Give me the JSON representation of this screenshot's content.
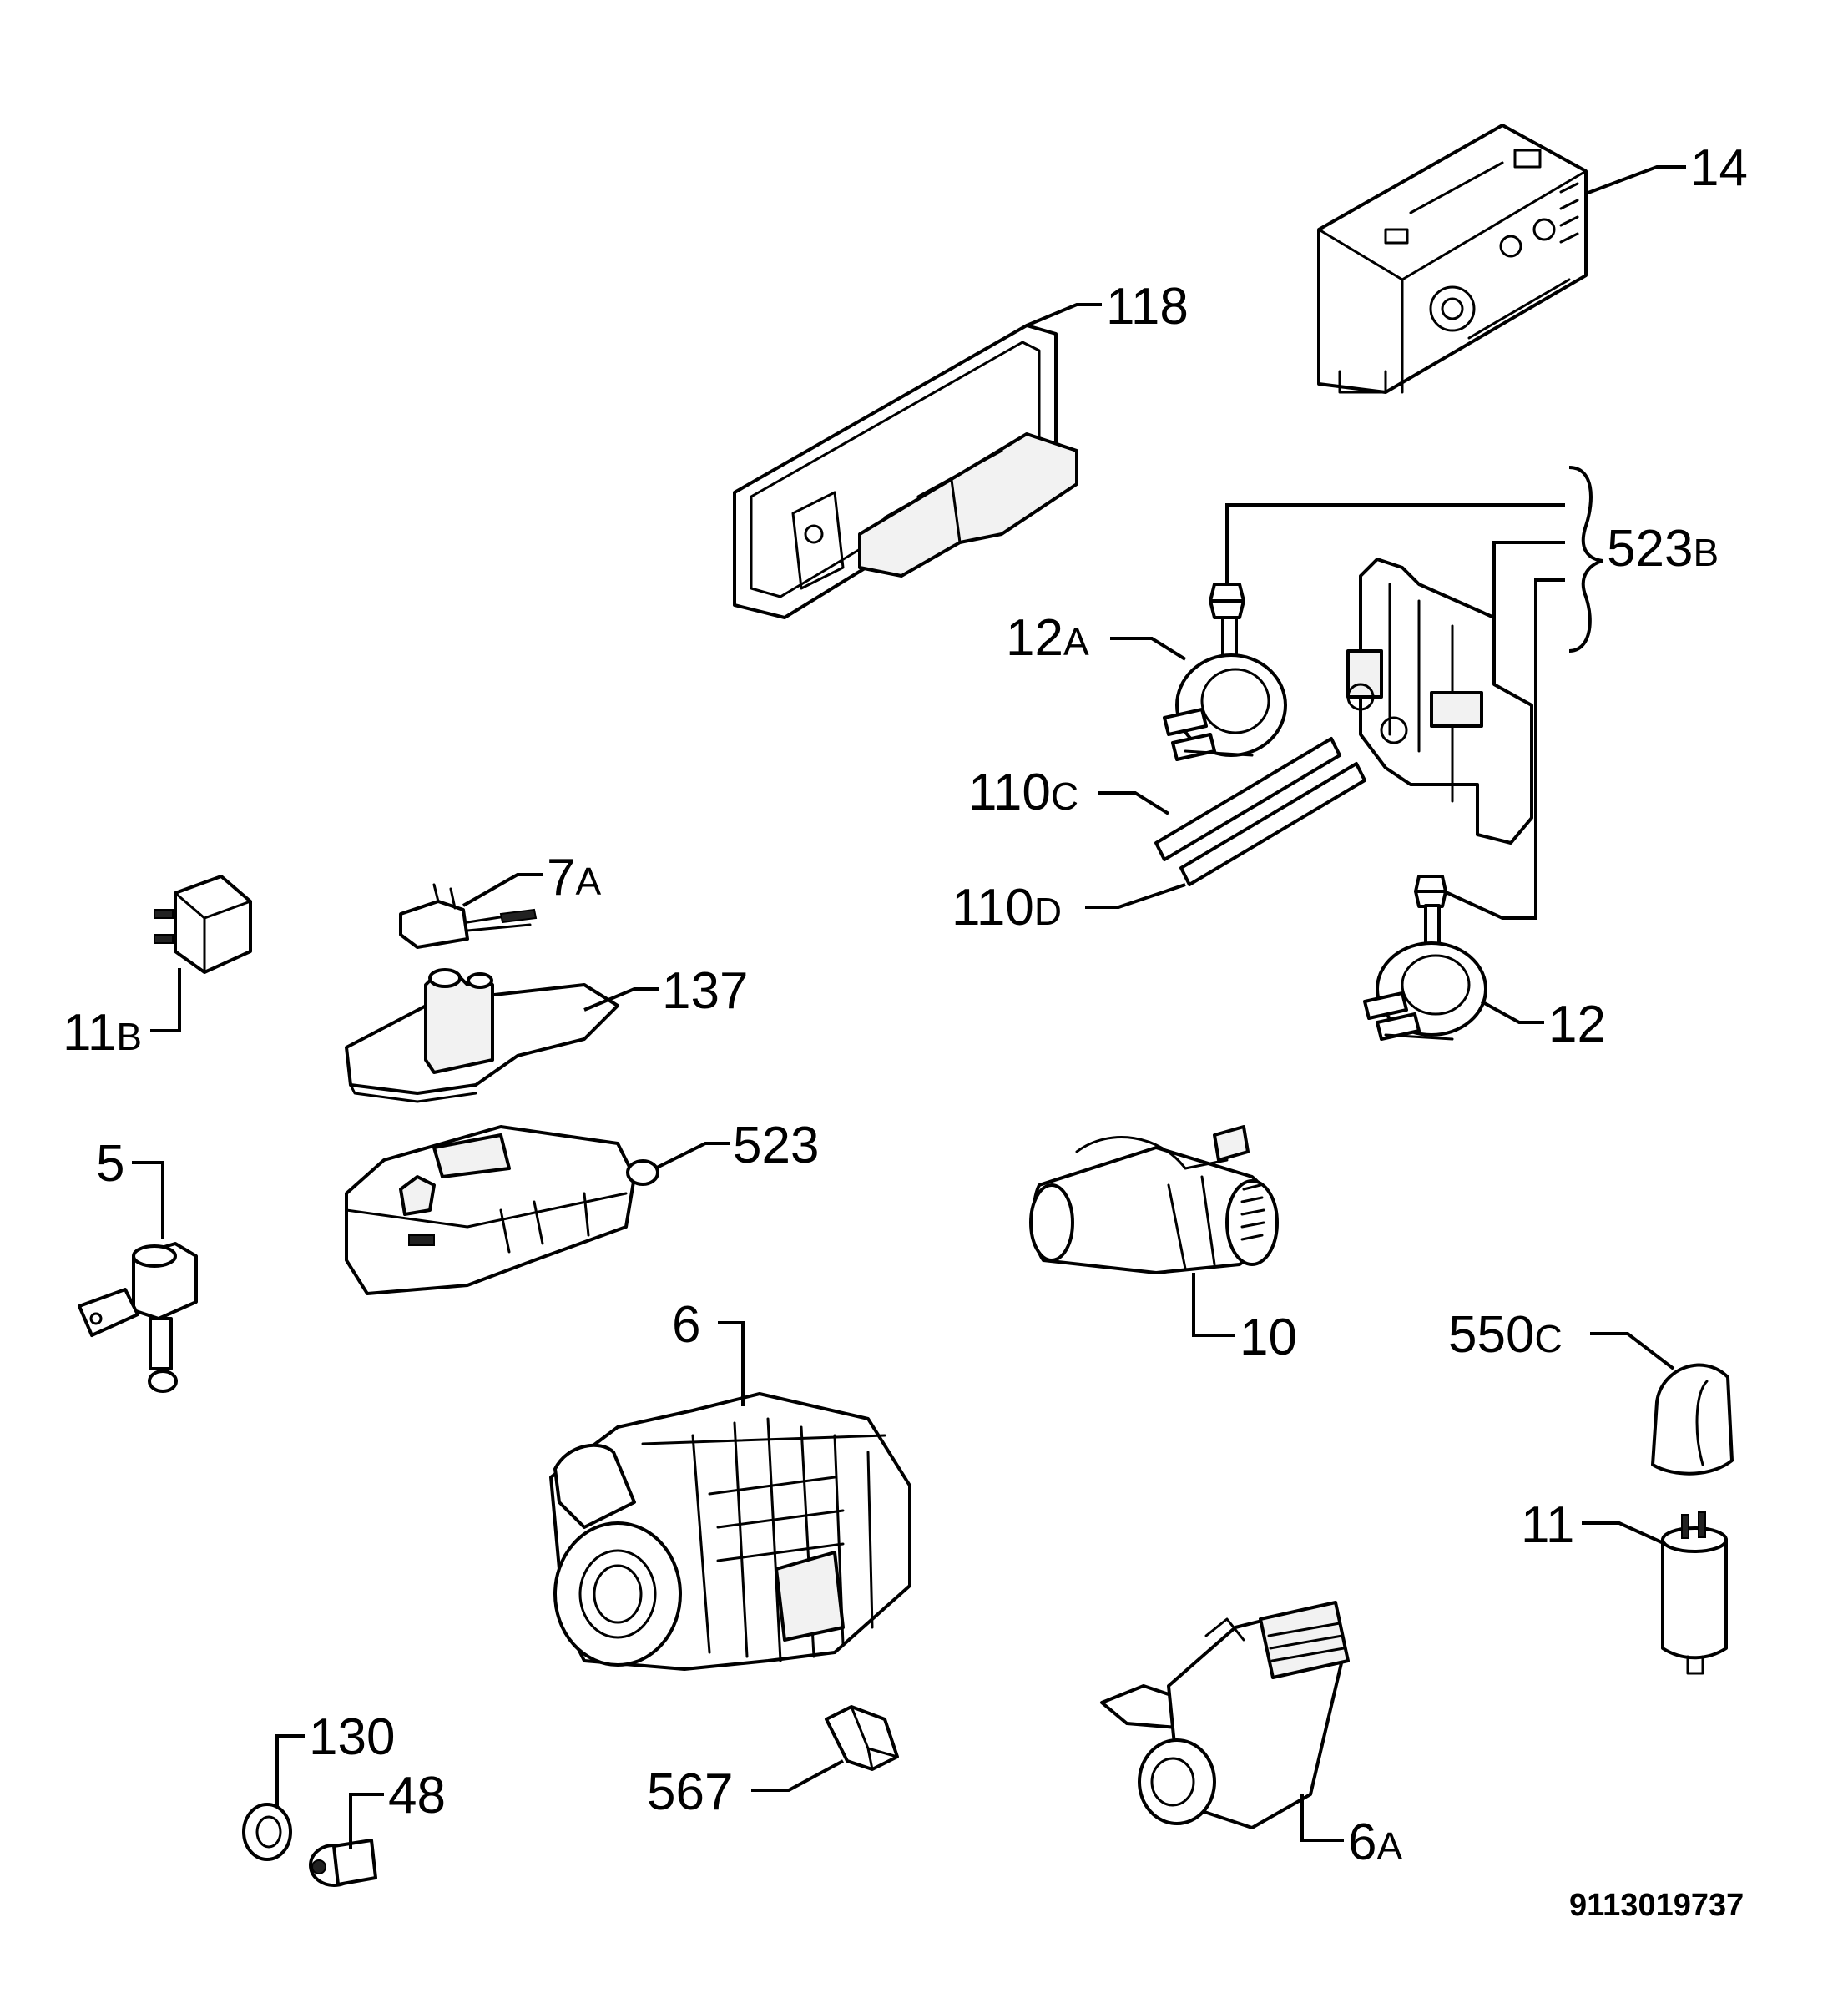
{
  "labels": {
    "l14": {
      "num": "14",
      "suf": ""
    },
    "l118": {
      "num": "118",
      "suf": ""
    },
    "l523b": {
      "num": "523",
      "suf": "B"
    },
    "l12a": {
      "num": "12",
      "suf": "A"
    },
    "l110c": {
      "num": "110",
      "suf": "C"
    },
    "l110d": {
      "num": "110",
      "suf": "D"
    },
    "l12": {
      "num": "12",
      "suf": ""
    },
    "l7a": {
      "num": "7",
      "suf": "A"
    },
    "l137": {
      "num": "137",
      "suf": ""
    },
    "l11b": {
      "num": "11",
      "suf": "B"
    },
    "l523": {
      "num": "523",
      "suf": ""
    },
    "l5": {
      "num": "5",
      "suf": ""
    },
    "l10": {
      "num": "10",
      "suf": ""
    },
    "l6": {
      "num": "6",
      "suf": ""
    },
    "l550c": {
      "num": "550",
      "suf": "C"
    },
    "l11": {
      "num": "11",
      "suf": ""
    },
    "l130": {
      "num": "130",
      "suf": ""
    },
    "l48": {
      "num": "48",
      "suf": ""
    },
    "l567": {
      "num": "567",
      "suf": ""
    },
    "l6a": {
      "num": "6",
      "suf": "A"
    }
  },
  "doc_number": "9113019737"
}
